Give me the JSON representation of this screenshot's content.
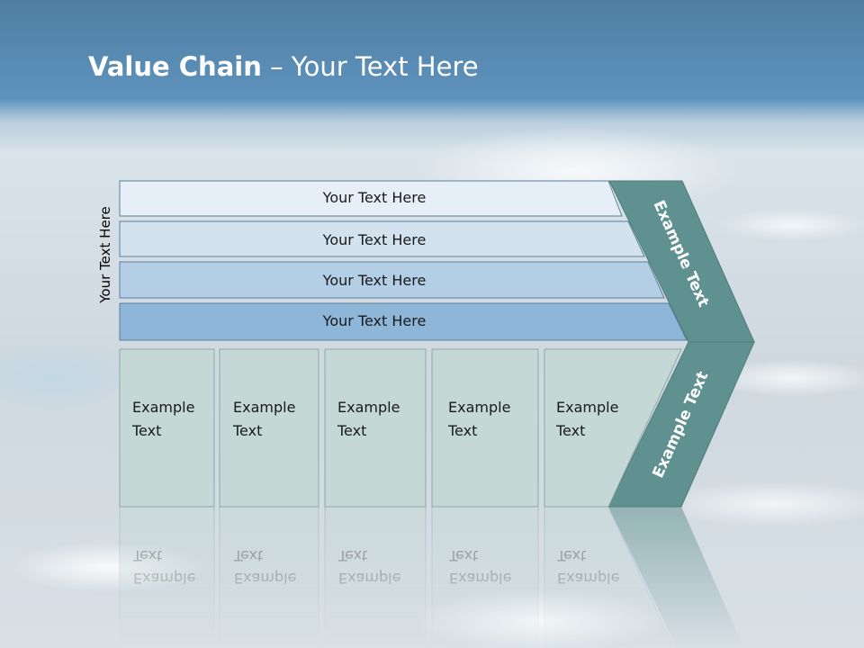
{
  "title": {
    "bold": "Value Chain",
    "rest": " – Your Text Here"
  },
  "side_label": "Your Text Here",
  "rows": [
    {
      "label": "Your Text Here",
      "color": "#e6eff7"
    },
    {
      "label": "Your Text Here",
      "color": "#d2e2ef"
    },
    {
      "label": "Your Text Here",
      "color": "#b4cfe5"
    },
    {
      "label": "Your Text Here",
      "color": "#8db6d8"
    }
  ],
  "boxes": [
    {
      "line1": "Example",
      "line2": "Text"
    },
    {
      "line1": "Example",
      "line2": "Text"
    },
    {
      "line1": "Example",
      "line2": "Text"
    },
    {
      "line1": "Example",
      "line2": "Text"
    },
    {
      "line1": "Example",
      "line2": "Text"
    }
  ],
  "chevron": {
    "top_text": "Example Text",
    "bottom_text": "Example Text",
    "color": "#5f9190"
  },
  "colors": {
    "box_fill": "#c4d8d6",
    "box_stroke": "#8fa9a7",
    "row_stroke": "#5a7f9e"
  }
}
